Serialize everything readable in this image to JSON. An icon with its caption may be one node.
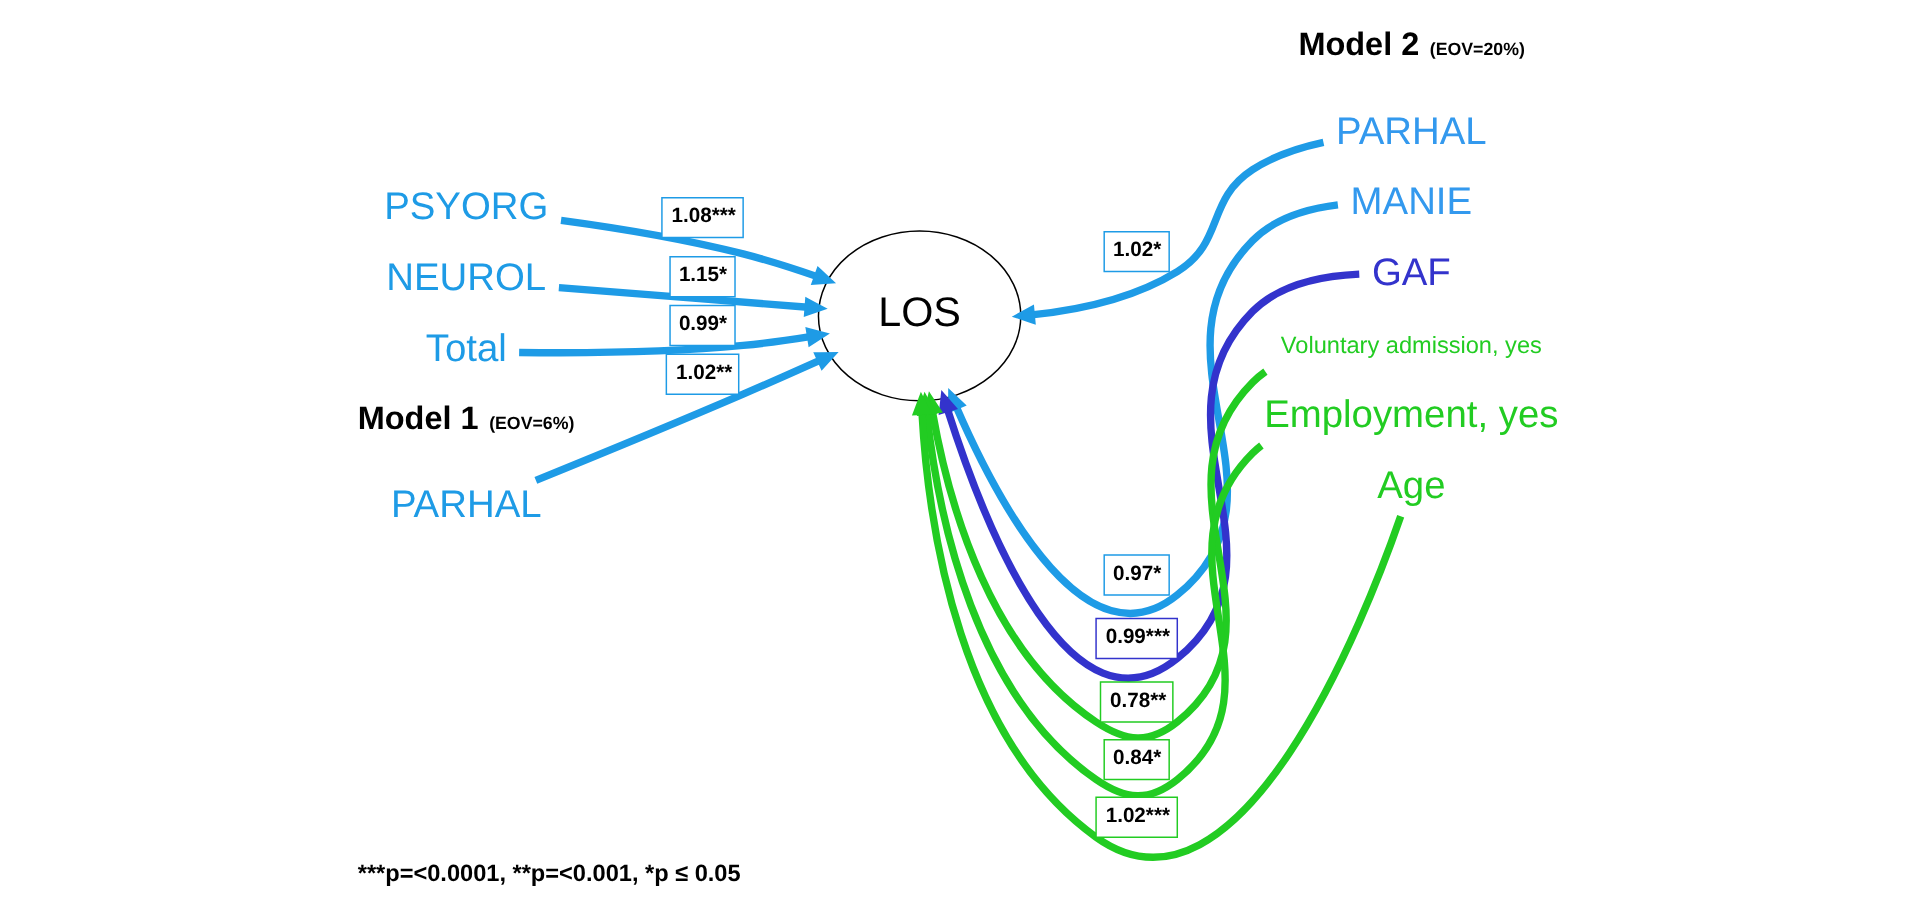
{
  "diagram": {
    "caption": "***p=<0.0001, **p=<0.001, *p ≤ 0.05",
    "nodes": [
      {
        "text": [
          "PARHAL"
        ]
      },
      {
        "text": [
          "PSYORG"
        ]
      },
      {
        "text": [
          "NEUROL"
        ]
      },
      {
        "text": [
          "Total"
        ]
      },
      {
        "text": [
          "LOS"
        ]
      },
      {
        "text": [
          "PARHAL"
        ]
      },
      {
        "text": [
          "MANIE"
        ]
      },
      {
        "text": [
          "GAF"
        ]
      },
      {
        "text": [
          "Voluntary admission, yes"
        ]
      },
      {
        "text": [
          "Employment, yes"
        ]
      },
      {
        "text": [
          "Age"
        ]
      }
    ],
    "edges": [
      {
        "from": 0,
        "to": 4,
        "arrow": "to",
        "label": "1.02**"
      },
      {
        "from": 1,
        "to": 4,
        "arrow": "to",
        "label": "1.08***"
      },
      {
        "from": 2,
        "to": 4,
        "arrow": "to",
        "label": "1.15*"
      },
      {
        "from": 3,
        "to": 4,
        "arrow": "to",
        "label": "0.99*"
      },
      {
        "from": 5,
        "to": 4,
        "arrow": "to",
        "label": "1.02*"
      },
      {
        "from": 6,
        "to": 4,
        "arrow": "to",
        "label": "0.97*"
      },
      {
        "from": 7,
        "to": 4,
        "arrow": "to",
        "label": "0.99***",
        "color": "#3333cc"
      },
      {
        "from": 8,
        "to": 4,
        "arrow": "to",
        "label": "0.78**",
        "color": "#22cc22"
      },
      {
        "from": 9,
        "to": 4,
        "arrow": "to",
        "label": "0.84*",
        "color": "#22cc22"
      },
      {
        "from": 10,
        "to": 4,
        "arrow": "to",
        "label": "1.02***",
        "color": "#22cc22"
      }
    ],
    "labels": [
      "Model 1",
      "(EOV=6%)",
      "Model 2",
      "(EOV=20%)"
    ]
  }
}
